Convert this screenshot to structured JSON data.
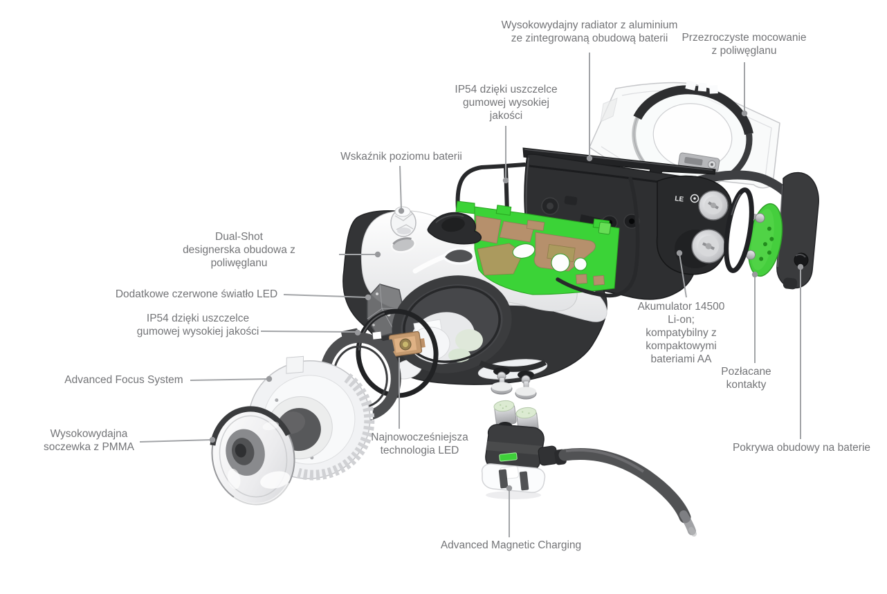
{
  "labels": {
    "radiator": "Wysokowydajny radiator z aluminium\nze zintegrowaną obudową baterii",
    "clear_mount": "Przezroczyste mocowanie\nz poliwęglanu",
    "ip54_top": "IP54 dzięki uszczelce\ngumowej wysokiej\njakości",
    "battery_indicator": "Wskaźnik poziomu baterii",
    "dual_shot": "Dual-Shot\ndesignerska obudowa z\npoliwęglanu",
    "red_led": "Dodatkowe czerwone światło LED",
    "ip54_left": "IP54 dzięki uszczelce\ngumowej wysokiej jakości",
    "afs": "Advanced Focus System",
    "pmma_lens": "Wysokowydajna\nsoczewka z PMMA",
    "led_tech": "Najnowocześniejsza\ntechnologia LED",
    "magnetic_charging": "Advanced Magnetic Charging",
    "battery_14500": "Akumulator 14500\nLi-on;\nkompatybilny z\nkompaktowymi\nbateriami AA",
    "gold_contacts": "Pozłacane\nkontakty",
    "battery_cover": "Pokrywa obudowy na baterie"
  },
  "radiator_logo": "LE",
  "colors": {
    "label_text": "#737477",
    "leader": "#a2a4a7",
    "leader_dot": "#98999c",
    "pcb_green": "#3bd337",
    "copper_pad": "#b6906c",
    "part_dark": "#2e2f31",
    "metal_silver": "#c7c8ca",
    "contact_plate_green": "#45ce3d",
    "cable_gray": "#515254",
    "charge_led_green": "#3fd03a"
  }
}
